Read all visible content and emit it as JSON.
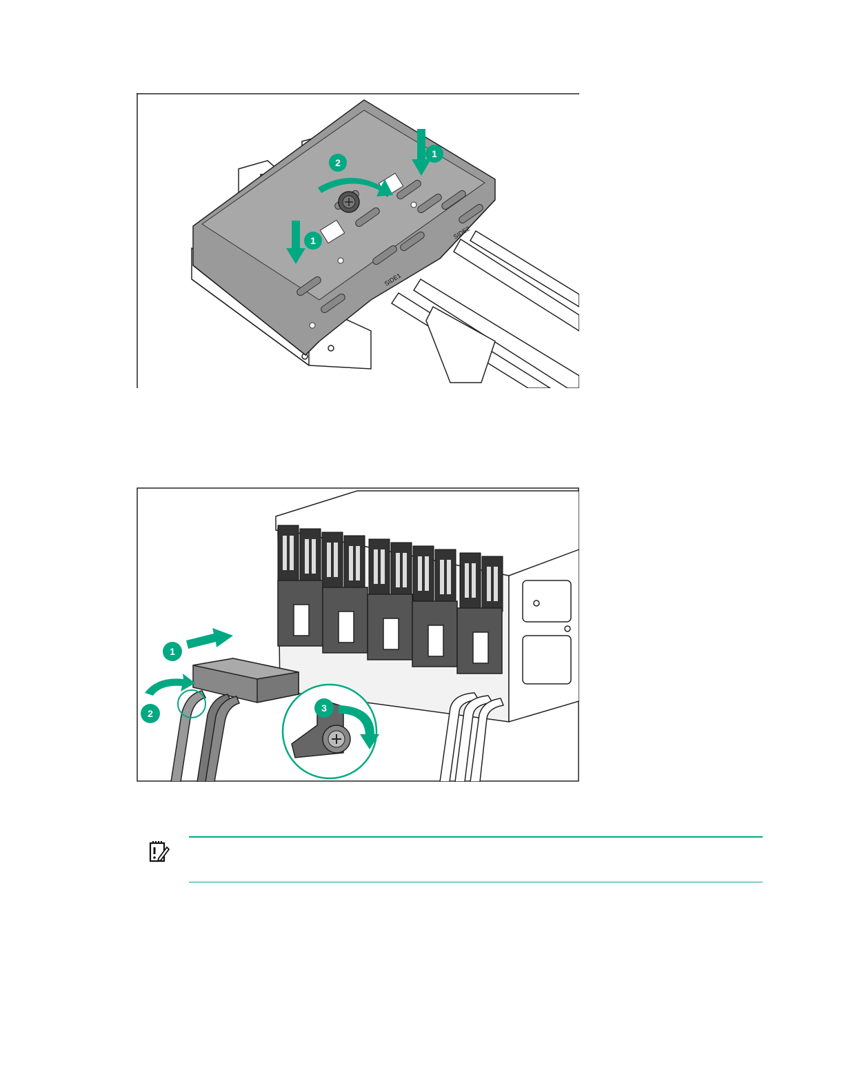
{
  "figure1": {
    "callouts": [
      "1",
      "2",
      "1"
    ],
    "side_labels": [
      "SIDE2",
      "SIDE1"
    ]
  },
  "figure2": {
    "callouts": [
      "1",
      "2",
      "3"
    ]
  },
  "note": {
    "icon": "important-note-icon"
  },
  "colors": {
    "accent": "#01a982",
    "metal": "#9a9a9a",
    "line": "#222222"
  }
}
